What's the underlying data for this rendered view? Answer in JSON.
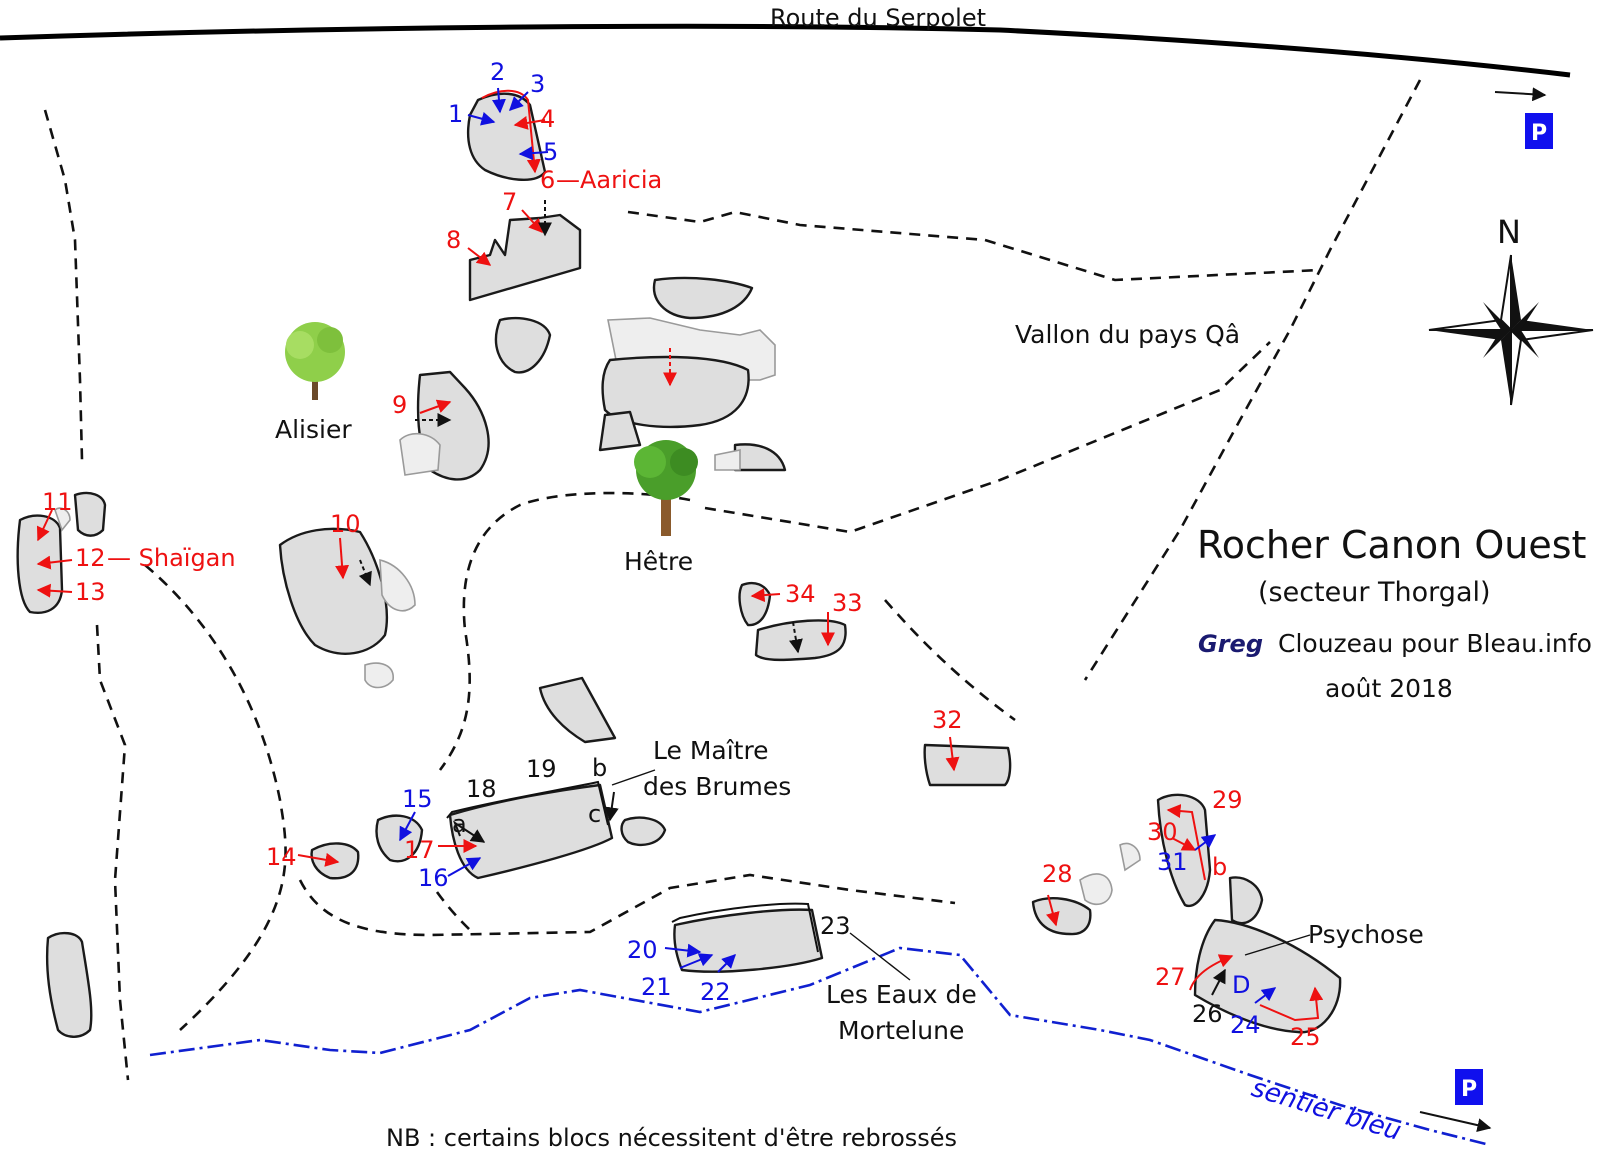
{
  "title": "Rocher Canon Ouest",
  "subtitle": "(secteur Thorgal)",
  "signature": "Greg",
  "author": "Clouzeau pour Bleau.info",
  "date": "août 2018",
  "road_label": "Route du Serpolet",
  "trail_label": "sentier bleu",
  "note": "NB : certains blocs nécessitent d'être rebrossés",
  "parking_label": "P",
  "north_label": "N",
  "places": {
    "vallon": "Vallon du pays Qâ",
    "alisier": "Alisier",
    "hetre": "Hêtre"
  },
  "named_problems": {
    "aaricia": "—Aaricia",
    "shaigan": "— Shaïgan",
    "maitre_line1": "Le Maître",
    "maitre_line2": "des Brumes",
    "eaux_line1": "Les Eaux de",
    "eaux_line2": "Mortelune",
    "psychose": "Psychose"
  },
  "problems": [
    {
      "n": "1",
      "color": "blue"
    },
    {
      "n": "2",
      "color": "blue"
    },
    {
      "n": "3",
      "color": "blue"
    },
    {
      "n": "4",
      "color": "red"
    },
    {
      "n": "5",
      "color": "blue"
    },
    {
      "n": "6",
      "color": "red"
    },
    {
      "n": "7",
      "color": "red"
    },
    {
      "n": "8",
      "color": "red"
    },
    {
      "n": "9",
      "color": "red"
    },
    {
      "n": "10",
      "color": "red"
    },
    {
      "n": "11",
      "color": "red"
    },
    {
      "n": "12",
      "color": "red"
    },
    {
      "n": "13",
      "color": "red"
    },
    {
      "n": "14",
      "color": "red"
    },
    {
      "n": "15",
      "color": "blue"
    },
    {
      "n": "16",
      "color": "blue"
    },
    {
      "n": "17",
      "color": "red"
    },
    {
      "n": "18",
      "color": "black"
    },
    {
      "n": "19",
      "color": "black"
    },
    {
      "n": "20",
      "color": "blue"
    },
    {
      "n": "21",
      "color": "blue"
    },
    {
      "n": "22",
      "color": "blue"
    },
    {
      "n": "23",
      "color": "black"
    },
    {
      "n": "24",
      "color": "blue"
    },
    {
      "n": "25",
      "color": "red"
    },
    {
      "n": "26",
      "color": "black"
    },
    {
      "n": "27",
      "color": "red"
    },
    {
      "n": "28",
      "color": "red"
    },
    {
      "n": "29",
      "color": "red"
    },
    {
      "n": "30",
      "color": "red"
    },
    {
      "n": "31",
      "color": "blue"
    },
    {
      "n": "32",
      "color": "red"
    },
    {
      "n": "33",
      "color": "red"
    },
    {
      "n": "34",
      "color": "red"
    }
  ],
  "variants": {
    "a": "a",
    "b": "b",
    "c": "c",
    "b2": "b",
    "d": "D"
  },
  "colors": {
    "red": "#ee1111",
    "blue": "#1010e0",
    "black": "#111111",
    "rock": "#dedede",
    "trail_blue": "#1020d0"
  }
}
